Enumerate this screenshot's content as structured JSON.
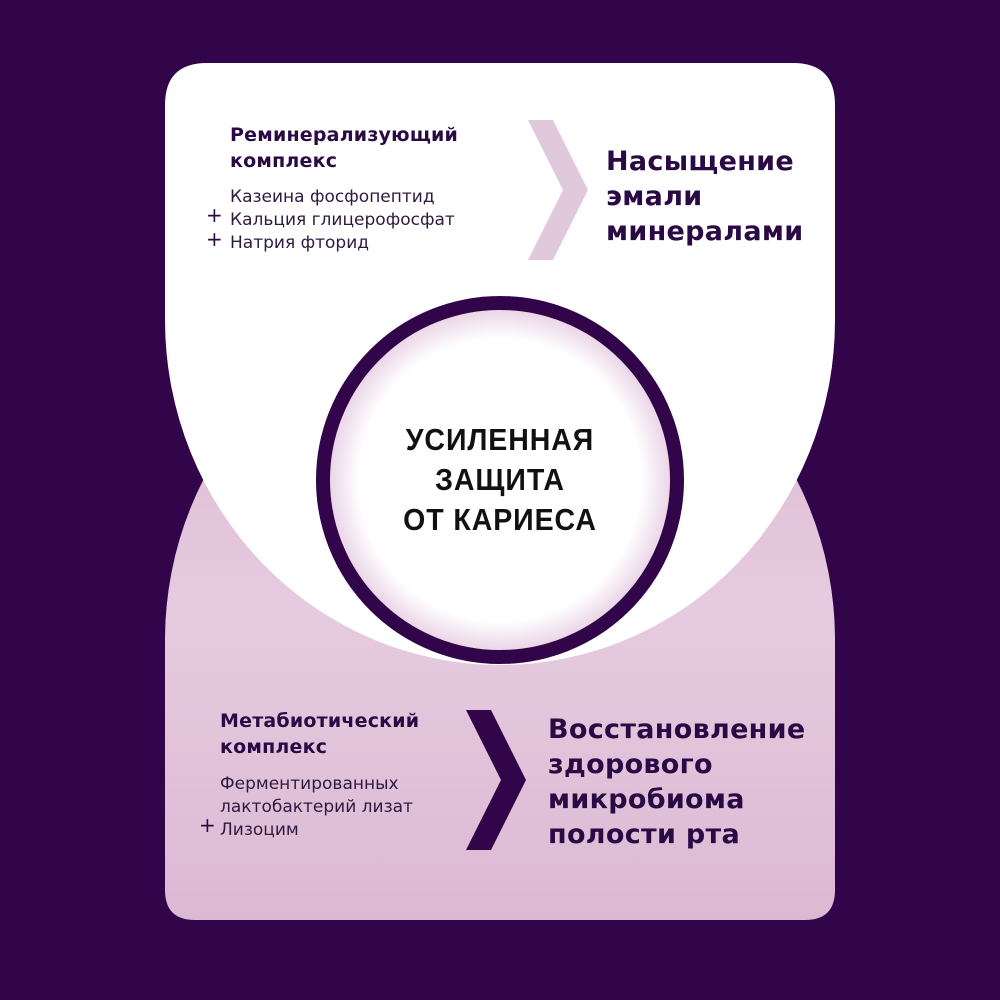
{
  "colors": {
    "background": "#32054b",
    "top_card": "#ffffff",
    "bottom_card": "#e3c5dc",
    "ring": "#32054b",
    "chevron_light": "#e0c8dd",
    "chevron_dark": "#32054b",
    "text_dark": "#2a0a45"
  },
  "top_section": {
    "title_line1": "Реминерализующий",
    "title_line2": "комплекс",
    "ingredients": [
      "Казеина фосфопептид",
      "Кальция глицерофосфат",
      "Натрия фторид"
    ],
    "separator": "+",
    "icon": "chevron-right-icon",
    "result_line1": "Насыщение",
    "result_line2": "эмали",
    "result_line3": "минералами"
  },
  "center": {
    "line1": "УСИЛЕННАЯ",
    "line2": "ЗАЩИТА",
    "line3": "ОТ КАРИЕСА"
  },
  "bottom_section": {
    "title_line1": "Метабиотический",
    "title_line2": "комплекс",
    "ingredients": [
      "Ферментированных",
      "лактобактерий лизат",
      "Лизоцим"
    ],
    "separator": "+",
    "icon": "chevron-right-icon",
    "result_line1": "Восстановление",
    "result_line2": "здорового",
    "result_line3": "микробиома",
    "result_line4": "полости рта"
  }
}
